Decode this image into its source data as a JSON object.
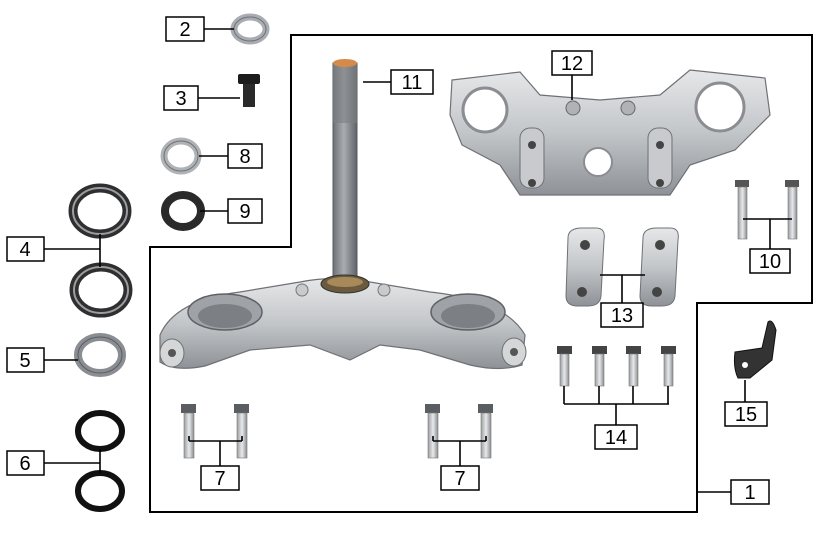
{
  "diagram": {
    "callouts": [
      {
        "key": "assembly",
        "number": "1"
      },
      {
        "key": "ring-top",
        "number": "2"
      },
      {
        "key": "flange-bolt",
        "number": "3"
      },
      {
        "key": "bearing-race-upper",
        "number": "4"
      },
      {
        "key": "dust-seal",
        "number": "5"
      },
      {
        "key": "o-rings",
        "number": "6"
      },
      {
        "key": "bolts-left",
        "number": "7"
      },
      {
        "key": "bolts-middle",
        "number": "7"
      },
      {
        "key": "washer",
        "number": "8"
      },
      {
        "key": "castle-nut",
        "number": "9"
      },
      {
        "key": "clamp-bolts",
        "number": "10"
      },
      {
        "key": "steering-stem",
        "number": "11"
      },
      {
        "key": "upper-triple-clamp",
        "number": "12"
      },
      {
        "key": "handlebar-clamps",
        "number": "13"
      },
      {
        "key": "handlebar-bolts",
        "number": "14"
      },
      {
        "key": "cable-bracket",
        "number": "15"
      }
    ]
  },
  "colors": {
    "line": "#000000",
    "metal_light": "#d9dbdd",
    "metal_mid": "#b5b8bb",
    "metal_dark": "#7d8084",
    "bolt": "#c9cbcd",
    "dark_ring": "#2a2a2a",
    "bracket": "#333333"
  }
}
